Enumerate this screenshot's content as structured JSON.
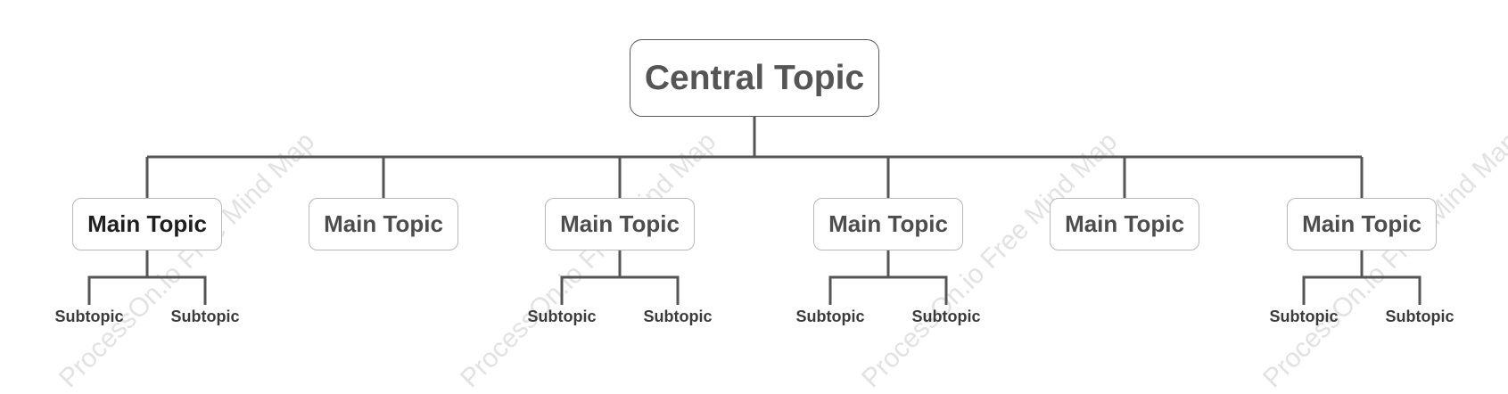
{
  "central_topic": "Central Topic",
  "main_topics": [
    {
      "label": "Main Topic",
      "subtopics": [
        "Subtopic",
        "Subtopic"
      ]
    },
    {
      "label": "Main Topic",
      "subtopics": []
    },
    {
      "label": "Main Topic",
      "subtopics": [
        "Subtopic",
        "Subtopic"
      ]
    },
    {
      "label": "Main Topic",
      "subtopics": [
        "Subtopic",
        "Subtopic"
      ]
    },
    {
      "label": "Main Topic",
      "subtopics": []
    },
    {
      "label": "Main Topic",
      "subtopics": [
        "Subtopic",
        "Subtopic"
      ]
    }
  ],
  "watermark_text": "ProcessOn.io Free Mind Map",
  "colors": {
    "connector": "#555555",
    "central_border": "#5a5a5a",
    "node_border": "#b8b8b8",
    "watermark": "#e2e2e2"
  }
}
